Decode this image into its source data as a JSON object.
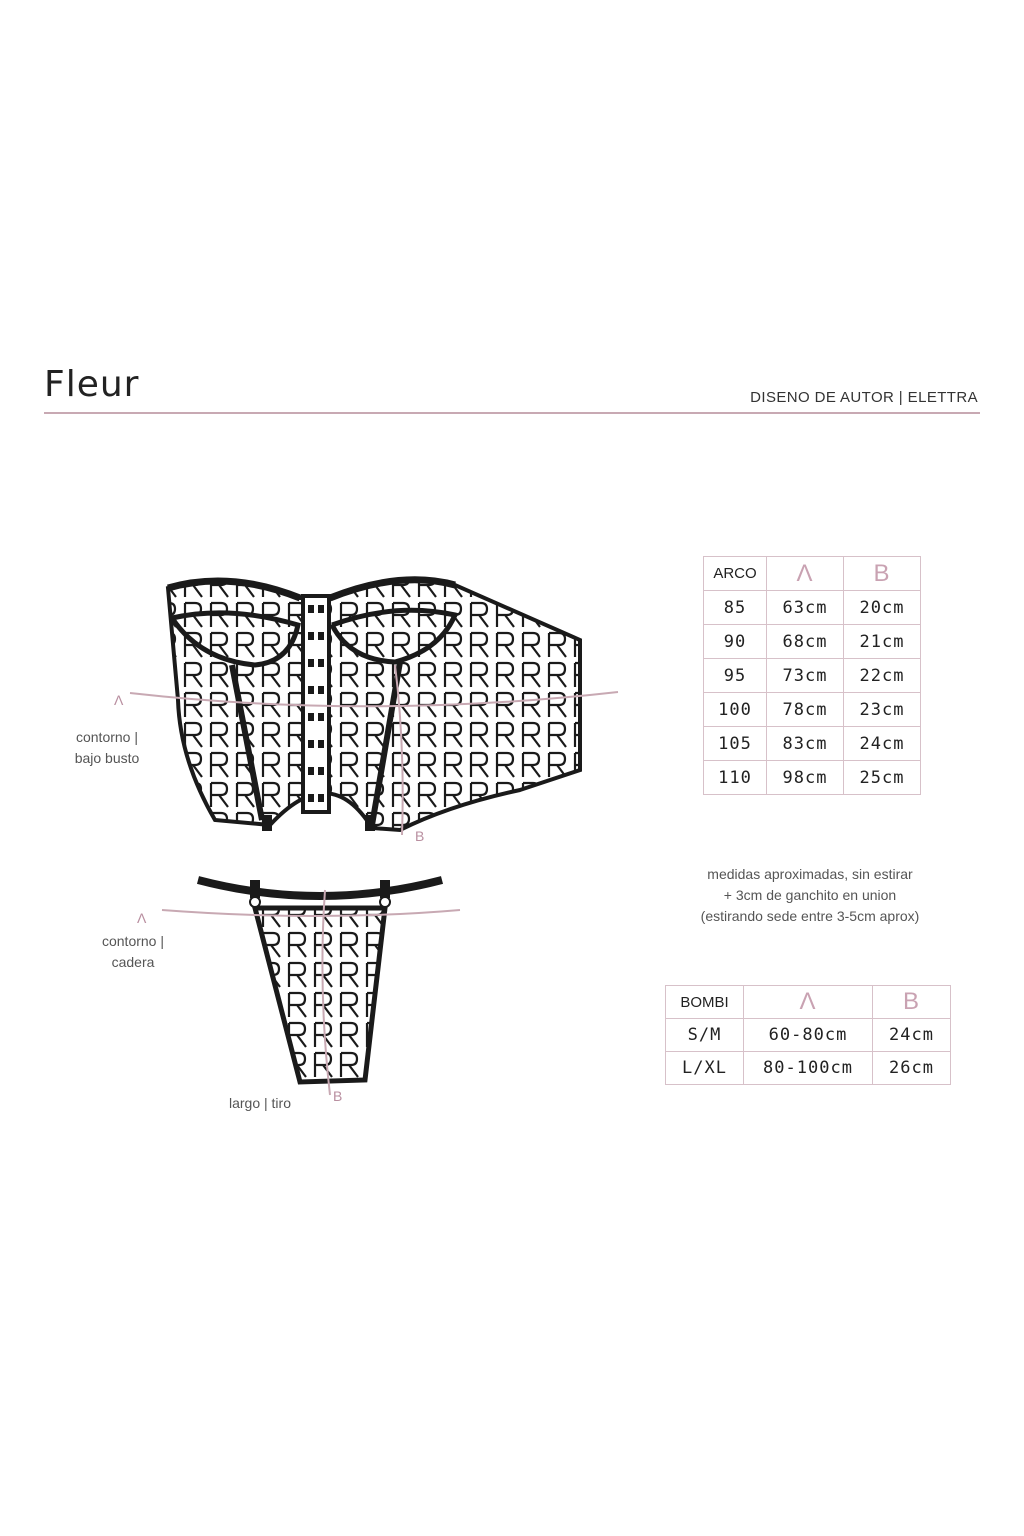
{
  "header": {
    "brand": "Fleur",
    "tagline": "DISENO DE AUTOR | ELETTRA"
  },
  "top_piece": {
    "marker_a": "Λ",
    "label_line1": "contorno |",
    "label_line2": "bajo busto",
    "marker_b": "B"
  },
  "bottom_piece": {
    "marker_a": "Λ",
    "label_line1": "contorno |",
    "label_line2": "cadera",
    "label_length": "largo | tiro",
    "marker_b": "B"
  },
  "arco_table": {
    "headers": [
      "ARCO",
      "Λ",
      "B"
    ],
    "rows": [
      [
        "85",
        "63cm",
        "20cm"
      ],
      [
        "90",
        "68cm",
        "21cm"
      ],
      [
        "95",
        "73cm",
        "22cm"
      ],
      [
        "100",
        "78cm",
        "23cm"
      ],
      [
        "105",
        "83cm",
        "24cm"
      ],
      [
        "110",
        "98cm",
        "25cm"
      ]
    ]
  },
  "notes": {
    "line1": "medidas aproximadas, sin estirar",
    "line2": "+ 3cm de ganchito en union",
    "line3": "(estirando sede entre 3-5cm aprox)"
  },
  "bombi_table": {
    "headers": [
      "BOMBI",
      "Λ",
      "B"
    ],
    "rows": [
      [
        "S/M",
        "60-80cm",
        "24cm"
      ],
      [
        "L/XL",
        "80-100cm",
        "26cm"
      ]
    ]
  },
  "colors": {
    "accent": "#c8a9b3",
    "ink": "#1a1a1a",
    "table_border": "#d7c1c9"
  }
}
